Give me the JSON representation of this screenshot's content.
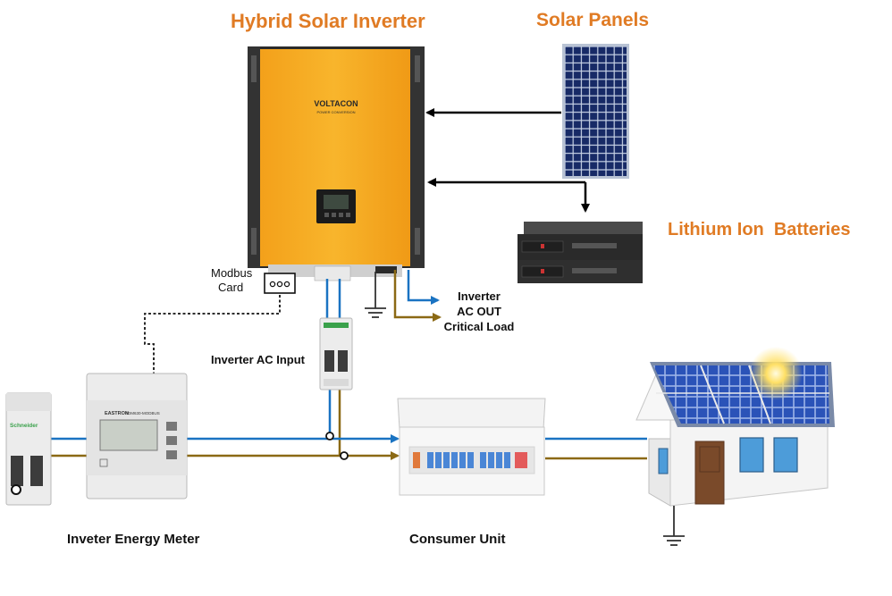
{
  "titles": {
    "inverter": "Hybrid Solar Inverter",
    "panels": "Solar Panels",
    "batteries": "Lithium Ion  Batteries"
  },
  "labels": {
    "modbus_line1": "Modbus",
    "modbus_line2": "Card",
    "inverter_ac_input": "Inverter AC Input",
    "ac_out_line1": "Inverter",
    "ac_out_line2": "AC OUT",
    "ac_out_line3": "Critical Load",
    "energy_meter": "Inveter Energy Meter",
    "consumer_unit": "Consumer Unit"
  },
  "device_text": {
    "inverter_brand": "VOLTACON",
    "inverter_tagline": "POWER CONVERSION",
    "meter_brand": "EASTRON",
    "meter_model": "SDM630-MODBUS",
    "breaker_brand": "Schneider"
  },
  "colors": {
    "title": "#e07b24",
    "live_wire": "#1a73c2",
    "neutral_wire": "#8b6914",
    "inverter_body": "#f5a81e",
    "arrow": "#000000"
  }
}
